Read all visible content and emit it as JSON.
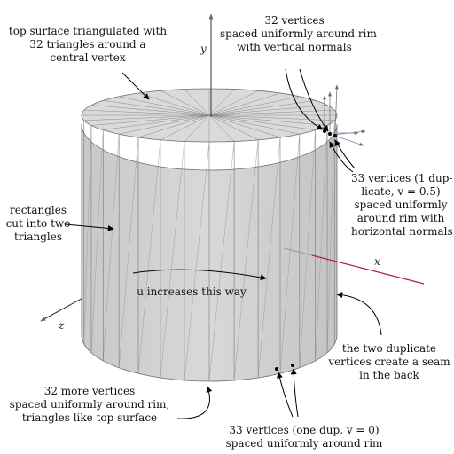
{
  "axes": {
    "x": "x",
    "y": "y",
    "z": "z"
  },
  "annotations": {
    "top_surface": "top surface triangulated with\n32 triangles around a\ncentral vertex",
    "top_rim_vertices": "32 vertices\nspaced uniformly around rim\nwith vertical normals",
    "side_rim_vertices": "33 vertices (1 dup-\nlicate, v = 0.5)\nspaced uniformly\naround rim with\nhorizontal normals",
    "rectangles": "rectangles\ncut into two\ntriangles",
    "u_direction": "u increases this way",
    "seam": "the two duplicate\nvertices create a seam\nin the back",
    "bottom_surface": "32 more vertices\nspaced uniformly around rim,\ntriangles like top surface",
    "bottom_rim_vertices": "33 vertices (one dup, v = 0)\nspaced uniformly around rim"
  },
  "colors": {
    "cylinder_fill": "#cfcfcf",
    "cylinder_edge": "#6e6e6e",
    "x_axis_tip": "#b0203a",
    "normal_vertical": "#777777",
    "normal_horizontal": "#7a8aa0"
  }
}
